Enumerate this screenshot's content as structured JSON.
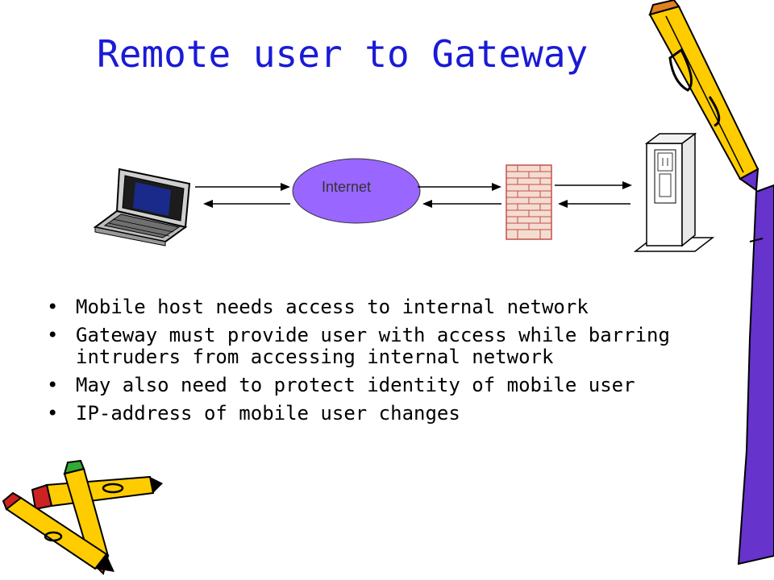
{
  "slide": {
    "title": "Remote user to Gateway",
    "bullets": [
      "Mobile host needs access to internal network",
      "Gateway must provide user with access while barring intruders from accessing internal network",
      "May also need to protect identity of mobile user",
      "IP-address of mobile user changes"
    ]
  },
  "diagram": {
    "cloud_label": "Internet",
    "nodes": [
      "laptop-icon",
      "internet-ellipse",
      "firewall-icon",
      "server-icon"
    ]
  },
  "decorations": [
    "pencil-icon",
    "pencil-icon",
    "pencil-icon"
  ],
  "colors": {
    "title": "#1a1ad6",
    "internet_fill": "#9966ff",
    "firewall_brick": "#c0504d",
    "pencil_yellow": "#ffcc00"
  }
}
